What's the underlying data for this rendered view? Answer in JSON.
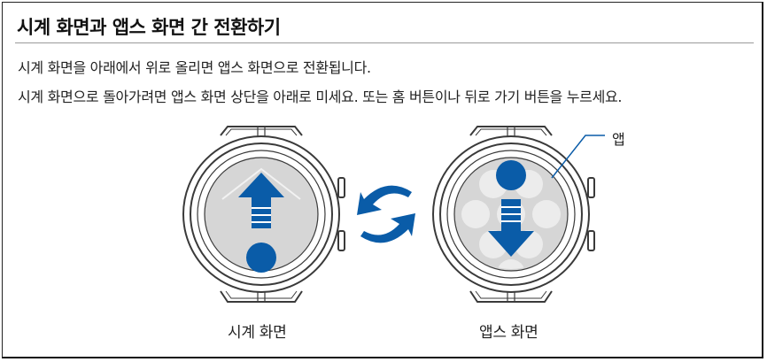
{
  "heading": "시계 화면과 앱스 화면 간 전환하기",
  "paragraphs": {
    "line1": "시계 화면을 아래에서 위로 올리면 앱스 화면으로 전환됩니다.",
    "line2": "시계 화면으로 돌아가려면 앱스 화면 상단을 아래로 미세요. 또는 홈 버튼이나 뒤로 가기 버튼을 누르세요."
  },
  "illustration": {
    "left_caption": "시계 화면",
    "right_caption": "앱스 화면",
    "app_callout": "앱",
    "colors": {
      "accent_blue": "#0a5ca8",
      "watch_outline": "#3a3a3a",
      "screen_gray": "#d6d6d6",
      "app_circle": "#ececec"
    },
    "icons": [
      "swipe-up-arrow-icon",
      "swipe-down-arrow-icon",
      "switch-cycle-arrows-icon"
    ]
  }
}
